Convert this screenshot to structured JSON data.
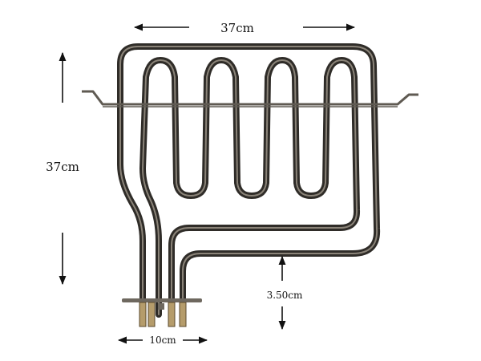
{
  "dimensions": {
    "width_label": "37cm",
    "height_label": "37cm",
    "leg_height_label": "3.50cm",
    "terminal_width_label": "10cm"
  },
  "colors": {
    "element": "#2f2c28",
    "element_highlight": "#8a8378",
    "bracket": "#5f5a52",
    "arrow": "#111111",
    "terminal": "#b59c6b"
  }
}
